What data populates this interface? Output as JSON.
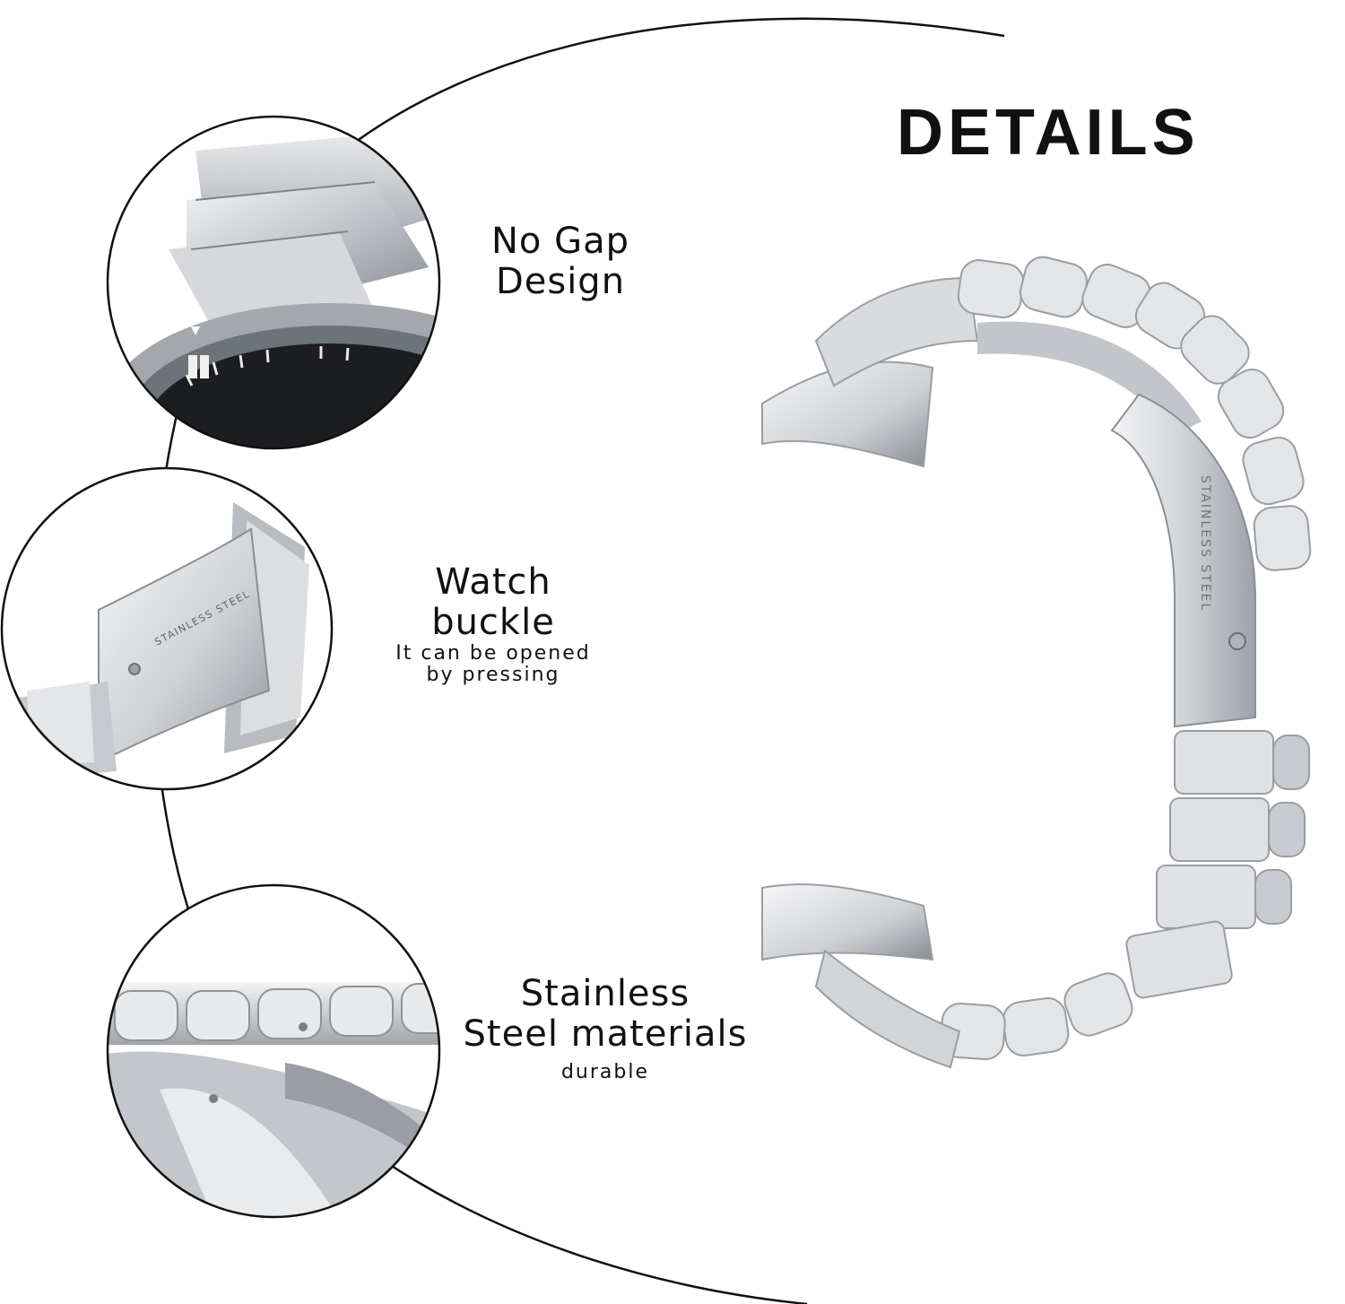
{
  "title": "DETAILS",
  "features": [
    {
      "line1": "No Gap",
      "line2": "Design",
      "sub": ""
    },
    {
      "line1": "Watch",
      "line2": "buckle",
      "sub_line1": "It can be opened",
      "sub_line2": "by pressing"
    },
    {
      "line1": "Stainless",
      "line2": "Steel materials",
      "sub": "durable"
    }
  ],
  "engravings": {
    "buckle_zoom": "STAINLESS STEEL",
    "band_clasp": "STAINLESS STEEL"
  },
  "colors": {
    "background": "#ffffff",
    "text": "#111111",
    "metal": "#c9ccd0",
    "metal_highlight": "#f2f3f5",
    "metal_shadow": "#8c9096",
    "watch_face": "#1c1d20"
  }
}
